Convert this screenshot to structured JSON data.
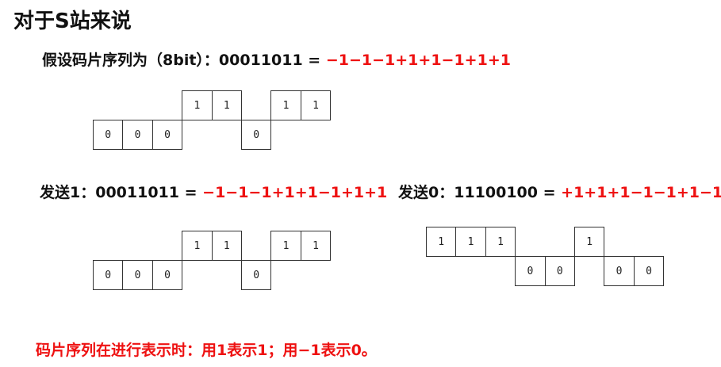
{
  "title": "对于S站来说",
  "chip_sequence_line": {
    "label": "假设码片序列为（8bit）：",
    "bits": "00011011",
    "equals": " = ",
    "values": "−1−1−1+1+1−1+1+1"
  },
  "send_one": {
    "label": "发送1：",
    "bits": "00011011",
    "equals": " = ",
    "values": "−1−1−1+1+1−1+1+1"
  },
  "send_zero": {
    "label": "发送0：",
    "bits": "11100100",
    "equals": " = ",
    "values": "+1+1+1−1−1+1−1−1"
  },
  "note": "码片序列在进行表示时：用1表示1；用−1表示0。",
  "colors": {
    "accent_red": "#ee1111",
    "text": "#111111",
    "box_border": "#333333"
  },
  "diagrams": [
    {
      "id": "chip-sequence",
      "bits": [
        "0",
        "0",
        "0",
        "1",
        "1",
        "0",
        "1",
        "1"
      ]
    },
    {
      "id": "send-one",
      "bits": [
        "0",
        "0",
        "0",
        "1",
        "1",
        "0",
        "1",
        "1"
      ]
    },
    {
      "id": "send-zero",
      "bits": [
        "1",
        "1",
        "1",
        "0",
        "0",
        "1",
        "0",
        "0"
      ]
    }
  ]
}
